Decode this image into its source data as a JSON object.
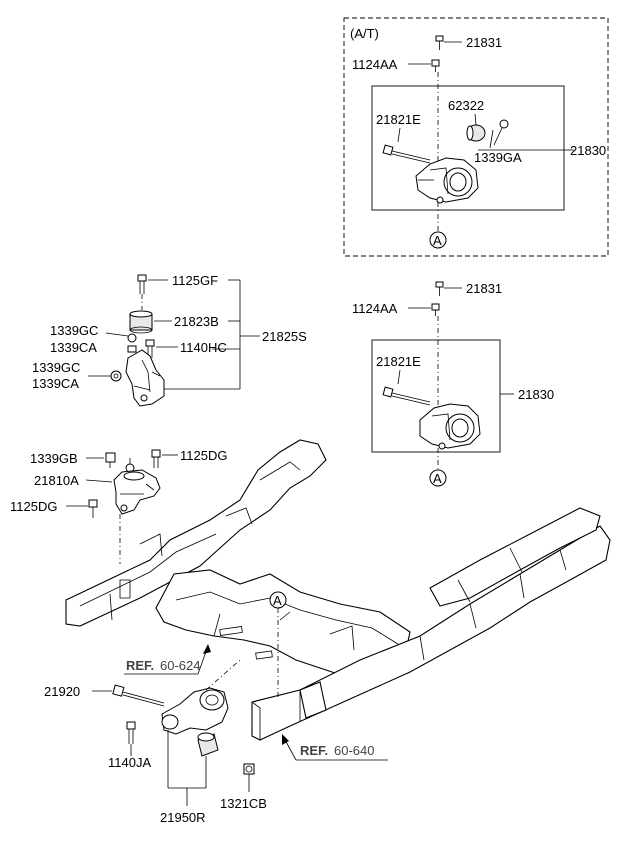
{
  "diagram": {
    "variant_tag": "(A/T)",
    "circle_marker": "A",
    "labels": {
      "at_bolt_top": "21831",
      "at_nut_side": "1124AA",
      "at_bushing": "62322",
      "at_long_bolt": "21821E",
      "at_small_nut": "1339GA",
      "at_assembly": "21830",
      "bolt_top": "21831",
      "nut_side": "1124AA",
      "long_bolt": "21821E",
      "assembly": "21830",
      "bolt_1125gf": "1125GF",
      "bushing_21823b": "21823B",
      "bracket_group": "21825S",
      "nut_1339gc_a": "1339GC",
      "nut_1339ca_a": "1339CA",
      "bolt_1140hc": "1140HC",
      "nut_1339gc_b": "1339GC",
      "nut_1339ca_b": "1339CA",
      "nut_1339gb": "1339GB",
      "bolt_1125dg_a": "1125DG",
      "mount_21810a": "21810A",
      "bolt_1125dg_b": "1125DG",
      "ref_prefix": "REF.",
      "ref_60_624": "60-624",
      "ref_60_640": "60-640",
      "bolt_21920": "21920",
      "bolt_1140ja": "1140JA",
      "bracket_21950r": "21950R",
      "nut_1321cb": "1321CB"
    }
  }
}
